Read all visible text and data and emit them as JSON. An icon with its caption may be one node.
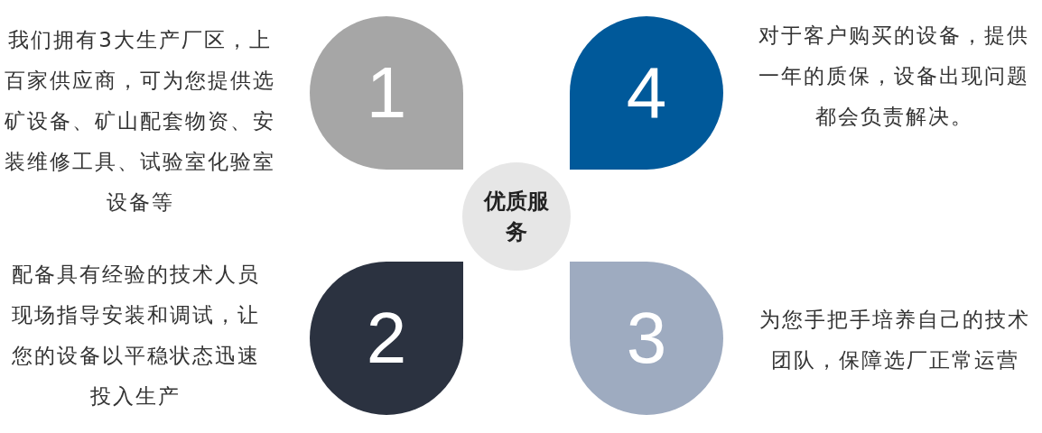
{
  "diagram": {
    "nodes": [
      {
        "text": [
          "1"
        ],
        "beside": [
          "我们拥有3大生产厂区，上百家供应商，可为您提供选矿设备、矿山配套物资、安装维修工具、试验室化验室设备等"
        ]
      },
      {
        "text": [
          "4"
        ],
        "beside": [
          "对于客户购买的设备，提供一年的质保，设备出现问题都会负责解决。"
        ]
      },
      {
        "text": [
          "优质服务"
        ]
      },
      {
        "text": [
          "2"
        ],
        "beside": [
          "配备具有经验的技术人员现场指导安装和调试，让您的设备以平稳状态迅速投入生产"
        ]
      },
      {
        "text": [
          "3"
        ],
        "beside": [
          "为您手把手培养自己的技术团队，保障选厂正常运营"
        ]
      }
    ]
  }
}
